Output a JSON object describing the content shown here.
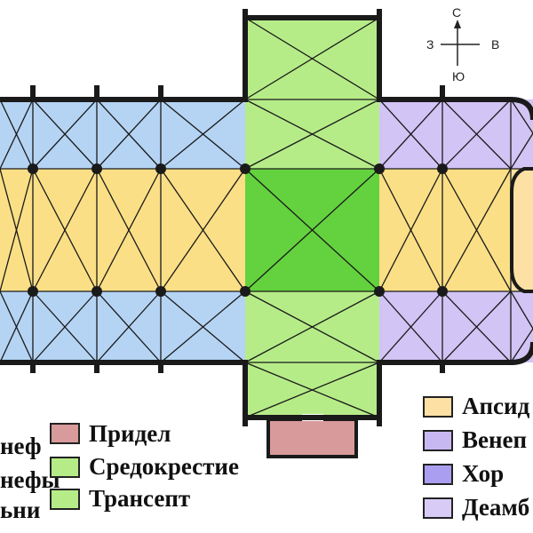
{
  "compass": {
    "north": "С",
    "south": "Ю",
    "west": "З",
    "east": "В"
  },
  "legend_left": [
    {
      "label": "неф",
      "color": ""
    },
    {
      "label": "нефы",
      "color": ""
    },
    {
      "label": "ьни",
      "color": ""
    }
  ],
  "legend_middle": [
    {
      "label": "Придел",
      "color": "#d89a9a"
    },
    {
      "label": "Средокрестие",
      "color": "#b6ec88"
    },
    {
      "label": "Трансепт",
      "color": "#b6ec88"
    }
  ],
  "legend_right": [
    {
      "label": "Апсид",
      "color": "#fde0a3"
    },
    {
      "label": "Венеп",
      "color": "#c8b8f2"
    },
    {
      "label": "Хор",
      "color": "#a99ef0"
    },
    {
      "label": "Деамб",
      "color": "#d8ccf6"
    }
  ],
  "colors": {
    "aisle": "#b5d4f4",
    "nave": "#fbdf86",
    "transept": "#b6ec88",
    "crossing": "#63d23e",
    "chapel": "#d89a9a",
    "ambulatory": "#d2c4f5",
    "apse": "#fde0a3",
    "line": "#1a1a1a"
  }
}
